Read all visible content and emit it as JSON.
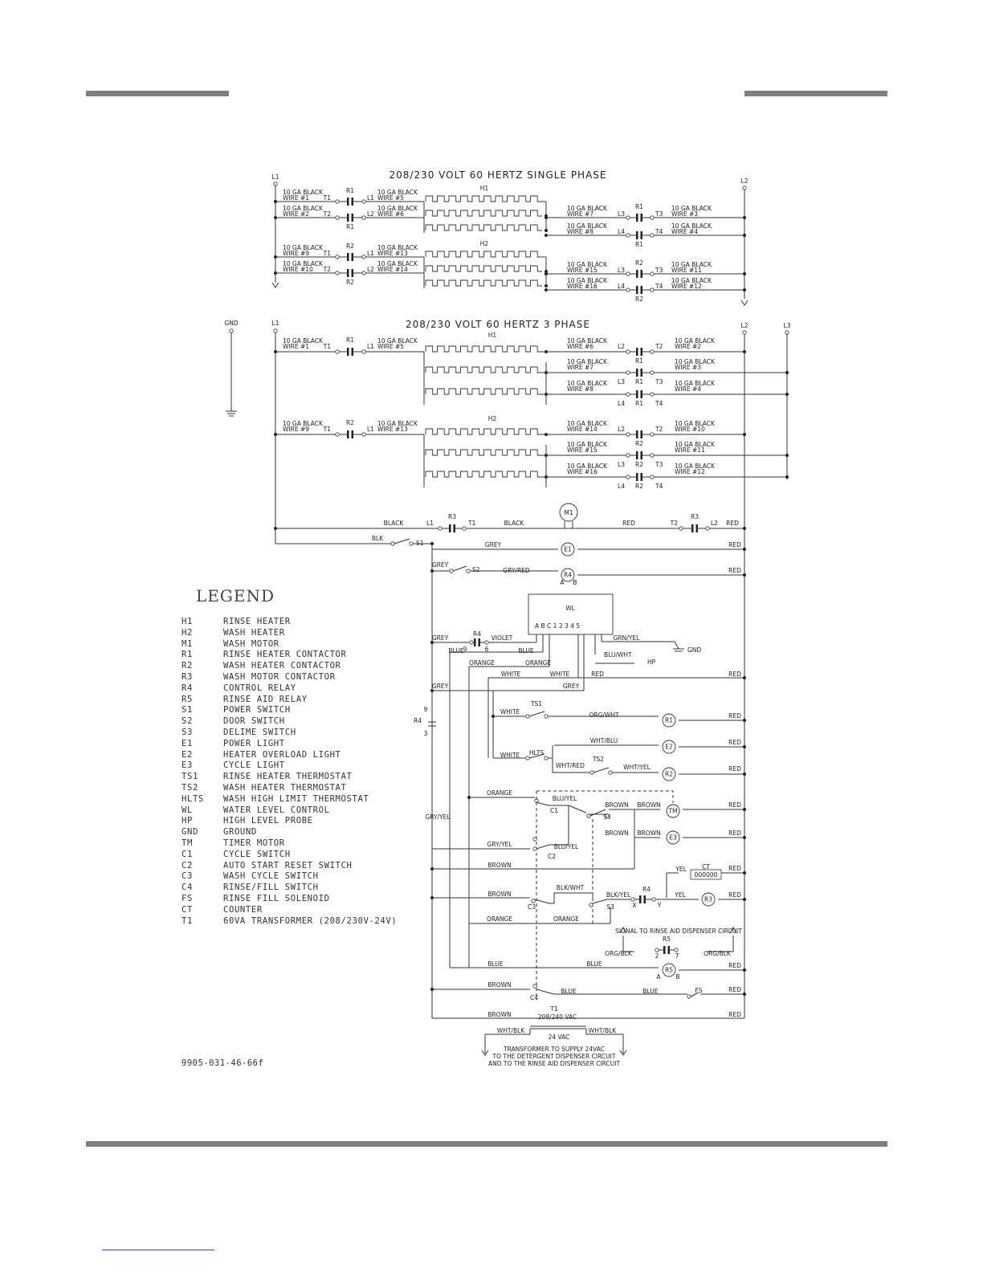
{
  "diagram": {
    "single_phase": {
      "title": "208/230 VOLT 60 HERTZ SINGLE PHASE",
      "line_left": "L1",
      "line_right": "L2",
      "heater_h1": "H1",
      "heater_h2": "H2",
      "rows": [
        {
          "left_wire": [
            "10 GA BLACK",
            "WIRE #1"
          ],
          "contactor": "R1",
          "in": "T1",
          "out": "L1",
          "mid_wire": [
            "10 GA BLACK",
            "WIRE #5"
          ]
        },
        {
          "left_wire": [
            "10 GA BLACK",
            "WIRE #2"
          ],
          "contactor": "R1",
          "in": "T2",
          "out": "L2",
          "mid_wire": [
            "10 GA BLACK",
            "WIRE #6"
          ]
        },
        {
          "left_wire": [
            "10 GA BLACK",
            "WIRE #9"
          ],
          "contactor": "R2",
          "in": "T1",
          "out": "L1",
          "mid_wire": [
            "10 GA BLACK",
            "WIRE #13"
          ]
        },
        {
          "left_wire": [
            "10 GA BLACK",
            "WIRE #10"
          ],
          "contactor": "R2",
          "in": "T2",
          "out": "L2",
          "mid_wire": [
            "10 GA BLACK",
            "WIRE #14"
          ]
        }
      ],
      "right_rows": [
        {
          "wire": [
            "10 GA BLACK",
            "WIRE #7"
          ],
          "contactor": "R1",
          "in": "L3",
          "out": "T3",
          "far_wire": [
            "10 GA BLACK",
            "WIRE #3"
          ]
        },
        {
          "wire": [
            "10 GA BLACK",
            "WIRE #8"
          ],
          "contactor": "R1",
          "in": "L4",
          "out": "T4",
          "far_wire": [
            "10 GA BLACK",
            "WIRE #4"
          ]
        },
        {
          "wire": [
            "10 GA BLACK",
            "WIRE #15"
          ],
          "contactor": "R2",
          "in": "L3",
          "out": "T3",
          "far_wire": [
            "10 GA BLACK",
            "WIRE #11"
          ]
        },
        {
          "wire": [
            "10 GA BLACK",
            "WIRE #16"
          ],
          "contactor": "R2",
          "in": "L4",
          "out": "T4",
          "far_wire": [
            "10 GA BLACK",
            "WIRE #12"
          ]
        }
      ]
    },
    "three_phase": {
      "title": "208/230 VOLT 60 HERTZ 3 PHASE",
      "gnd": "GND",
      "line_left": "L1",
      "line_mid": "L2",
      "line_right": "L3",
      "heater_h1": "H1",
      "heater_h2": "H2",
      "left_rows": [
        {
          "left_wire": [
            "10 GA BLACK",
            "WIRE #1"
          ],
          "contactor": "R1",
          "in": "T1",
          "out": "L1",
          "mid_wire": [
            "10 GA BLACK",
            "WIRE #5"
          ]
        },
        {
          "left_wire": [
            "10 GA BLACK",
            "WIRE #9"
          ],
          "contactor": "R2",
          "in": "T1",
          "out": "L1",
          "mid_wire": [
            "10 GA BLACK",
            "WIRE #13"
          ]
        }
      ],
      "right_rows": [
        {
          "wire": [
            "10 GA BLACK",
            "WIRE #6"
          ],
          "contactor": "R1",
          "in": "L2",
          "out": "T2",
          "far_wire": [
            "10 GA BLACK",
            "WIRE #2"
          ]
        },
        {
          "wire": [
            "10 GA BLACK",
            "WIRE #7"
          ],
          "contactor": "R1",
          "in": "L3",
          "out": "T3",
          "far_wire": [
            "10 GA BLACK",
            "WIRE #3"
          ]
        },
        {
          "wire": [
            "10 GA BLACK",
            "WIRE #8"
          ],
          "contactor": "R1",
          "in": "L4",
          "out": "T4",
          "far_wire": [
            "10 GA BLACK",
            "WIRE #4"
          ]
        },
        {
          "wire": [
            "10 GA BLACK",
            "WIRE #14"
          ],
          "contactor": "R2",
          "in": "L2",
          "out": "T2",
          "far_wire": [
            "10 GA BLACK",
            "WIRE #10"
          ]
        },
        {
          "wire": [
            "10 GA BLACK",
            "WIRE #15"
          ],
          "contactor": "R2",
          "in": "L3",
          "out": "T3",
          "far_wire": [
            "10 GA BLACK",
            "WIRE #11"
          ]
        },
        {
          "wire": [
            "10 GA BLACK",
            "WIRE #16"
          ],
          "contactor": "R2",
          "in": "L4",
          "out": "T4",
          "far_wire": [
            "10 GA BLACK",
            "WIRE #12"
          ]
        }
      ]
    },
    "control": {
      "motor": {
        "label": "M1",
        "wire_left": "BLACK",
        "contactor": "R3",
        "l1": "L1",
        "t1": "T1",
        "mid": "BLACK",
        "right": "RED",
        "t2": "T2",
        "l2": "L2",
        "red": "RED"
      },
      "power": {
        "wire": "BLK",
        "switch": "S1",
        "grey": "GREY",
        "light": "E1",
        "red": "RED"
      },
      "door": {
        "grey": "GREY",
        "switch": "S2",
        "wire": "GRY/RED",
        "relay": "R4",
        "a": "A",
        "b": "B",
        "red": "RED"
      },
      "wl": {
        "label": "WL",
        "terms": "A B C   1 2 3 4 5",
        "grn": "GRN/YEL",
        "gnd": "GND",
        "blu_wht": "BLU/WHT",
        "hp": "HP"
      },
      "r4_contact": {
        "grey": "GREY",
        "blue": "BLUE",
        "r4": "R4",
        "n9": "9",
        "n6": "6",
        "violet": "VIOLET",
        "blue2": "BLUE"
      },
      "labels": {
        "orange": "ORANGE",
        "orange2": "ORANGE",
        "white": "WHITE",
        "white2": "WHITE",
        "red": "RED",
        "grey": "GREY",
        "grey2": "GREY",
        "r4": "R4",
        "n3": "3",
        "n9": "9",
        "ts1": "TS1",
        "white3": "WHITE",
        "org_wht": "ORG/WHT",
        "r1": "R1",
        "wht_blu": "WHT/BLU",
        "e2": "E2",
        "hlts": "HLTS",
        "white4": "WHITE",
        "wht_red": "WHT/RED",
        "ts2": "TS2",
        "wht_yel": "WHT/YEL",
        "r2": "R2",
        "gry_yel": "GRY/YEL",
        "orange3": "ORANGE",
        "blu_yel": "BLU/YEL",
        "c1": "C1",
        "brown": "BROWN",
        "brown2": "BROWN",
        "tm": "TM",
        "s3": "S3",
        "brown3": "BROWN",
        "brown4": "BROWN",
        "e3": "E3",
        "gry_yel2": "GRY/YEL",
        "blu_yel2": "BLU/YEL",
        "c2": "C2",
        "brown5": "BROWN",
        "yel": "YEL",
        "ct": "CT",
        "counter": "000000",
        "brown6": "BROWN",
        "blk_wht": "BLK/WHT",
        "blk_yel": "BLK/YEL",
        "r4b": "R4",
        "x": "X",
        "y": "Y",
        "yel2": "YEL",
        "r3": "R3",
        "c3": "C3",
        "s3b": "S3",
        "orange4": "ORANGE",
        "orange5": "ORANGE",
        "signal": "SIGNAL TO RINSE AID DISPENSER CIRCUIT",
        "org_blk": "ORG/BLK",
        "r5": "R5",
        "n2": "2",
        "n7": "7",
        "org_blk2": "ORG/BLK",
        "blue3": "BLUE",
        "blue4": "BLUE",
        "r5b": "R5",
        "a2": "A",
        "b2": "B",
        "brown7": "BROWN",
        "c4": "C4",
        "blue5": "BLUE",
        "blue6": "BLUE",
        "fs": "FS",
        "brown8": "BROWN",
        "t1": "T1",
        "volt": "208/240 VAC",
        "vac24": "24 VAC",
        "wht_blk": "WHT/BLK",
        "wht_blk2": "WHT/BLK",
        "xfmr1": "TRANSFORMER TO SUPPLY 24VAC",
        "xfmr2": "TO THE DETERGENT DISPENSER CIRCUIT",
        "xfmr3": "AND TO THE RINSE AID DISPENSER CIRCUIT",
        "reds": "RED"
      }
    }
  },
  "legend": {
    "title": "LEGEND",
    "items": [
      {
        "code": "H1",
        "desc": "RINSE HEATER"
      },
      {
        "code": "H2",
        "desc": "WASH HEATER"
      },
      {
        "code": "M1",
        "desc": "WASH MOTOR"
      },
      {
        "code": "R1",
        "desc": "RINSE HEATER CONTACTOR"
      },
      {
        "code": "R2",
        "desc": "WASH HEATER CONTACTOR"
      },
      {
        "code": "R3",
        "desc": "WASH MOTOR CONTACTOR"
      },
      {
        "code": "R4",
        "desc": "CONTROL RELAY"
      },
      {
        "code": "R5",
        "desc": "RINSE AID RELAY"
      },
      {
        "code": "S1",
        "desc": "POWER SWITCH"
      },
      {
        "code": "S2",
        "desc": "DOOR SWITCH"
      },
      {
        "code": "S3",
        "desc": "DELIME SWITCH"
      },
      {
        "code": "E1",
        "desc": "POWER LIGHT"
      },
      {
        "code": "E2",
        "desc": "HEATER OVERLOAD LIGHT"
      },
      {
        "code": "E3",
        "desc": "CYCLE LIGHT"
      },
      {
        "code": "TS1",
        "desc": "RINSE HEATER THERMOSTAT"
      },
      {
        "code": "TS2",
        "desc": "WASH HEATER THERMOSTAT"
      },
      {
        "code": "HLTS",
        "desc": "WASH HIGH LIMIT THERMOSTAT"
      },
      {
        "code": "WL",
        "desc": "WATER LEVEL CONTROL"
      },
      {
        "code": "HP",
        "desc": "HIGH LEVEL PROBE"
      },
      {
        "code": "GND",
        "desc": "GROUND"
      },
      {
        "code": "TM",
        "desc": "TIMER MOTOR"
      },
      {
        "code": "C1",
        "desc": "CYCLE SWITCH"
      },
      {
        "code": "C2",
        "desc": "AUTO START RESET SWITCH"
      },
      {
        "code": "C3",
        "desc": "WASH CYCLE SWITCH"
      },
      {
        "code": "C4",
        "desc": "RINSE/FILL SWITCH"
      },
      {
        "code": "FS",
        "desc": "RINSE FILL SOLENOID"
      },
      {
        "code": "CT",
        "desc": "COUNTER"
      },
      {
        "code": "T1",
        "desc": "60VA TRANSFORMER (208/230V-24V)"
      }
    ]
  },
  "drawing_number": "9905-031-46-66f"
}
